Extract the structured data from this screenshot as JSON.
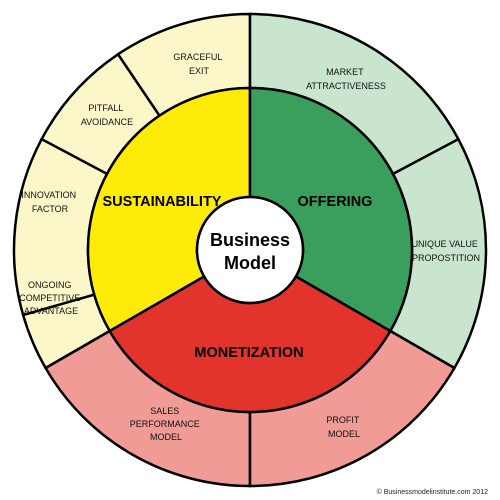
{
  "center": {
    "line1": "Business",
    "line2": "Model"
  },
  "inner_segments": [
    {
      "label": "SUSTAINABILITY",
      "color": "#ffeb0a"
    },
    {
      "label": "OFFERING",
      "color": "#3a9e5c"
    },
    {
      "label": "MONETIZATION",
      "color": "#e3332d"
    }
  ],
  "outer_segments": [
    {
      "lines": [
        "GRACEFUL",
        "EXIT"
      ],
      "group": "sustainability",
      "color": "#fcf7c8"
    },
    {
      "lines": [
        "PITFALL",
        "AVOIDANCE"
      ],
      "group": "sustainability",
      "color": "#fcf7c8"
    },
    {
      "lines": [
        "INNOVATION",
        "FACTOR"
      ],
      "group": "sustainability",
      "color": "#fcf7c8"
    },
    {
      "lines": [
        "ONGOING",
        "COMPETITIVE",
        "ADVANTAGE"
      ],
      "group": "sustainability",
      "color": "#fcf7c8"
    },
    {
      "lines": [
        "MARKET",
        "ATTRACTIVENESS"
      ],
      "group": "offering",
      "color": "#c9e5ce"
    },
    {
      "lines": [
        "UNIQUE VALUE",
        "PROPOSTITION"
      ],
      "group": "offering",
      "color": "#c9e5ce"
    },
    {
      "lines": [
        "SALES",
        "PERFORMANCE",
        "MODEL"
      ],
      "group": "monetization",
      "color": "#f09b96"
    },
    {
      "lines": [
        "PROFIT",
        "MODEL"
      ],
      "group": "monetization",
      "color": "#f09b96"
    }
  ],
  "copyright": "© Businessmodelinstitute.com 2012"
}
